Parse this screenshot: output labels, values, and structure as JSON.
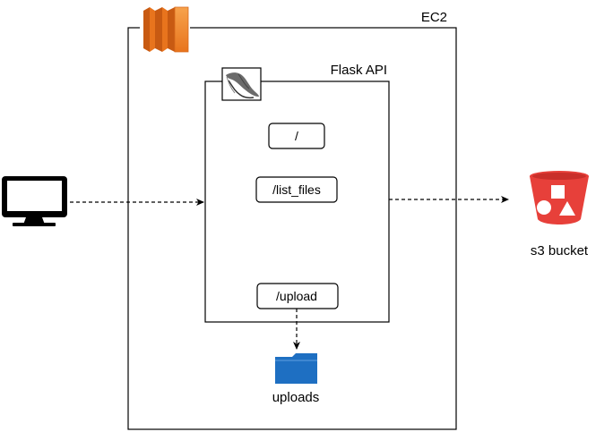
{
  "ec2": {
    "label": "EC2",
    "icon": "aws-ec2-icon",
    "icon_color": "#f58536"
  },
  "flask": {
    "label": "Flask API",
    "icon": "flask-logo-icon",
    "endpoints": [
      "/",
      "/list_files",
      "/upload"
    ]
  },
  "client": {
    "icon": "desktop-monitor-icon"
  },
  "s3": {
    "label": "s3 bucket",
    "icon": "s3-bucket-icon",
    "color": "#e7403a"
  },
  "uploads": {
    "label": "uploads",
    "icon": "folder-icon",
    "color": "#1e6fc2"
  },
  "edges": [
    {
      "from": "client",
      "to": "flask-api",
      "style": "dashed"
    },
    {
      "from": "flask-api",
      "to": "s3",
      "style": "dashed"
    },
    {
      "from": "upload-endpoint",
      "to": "uploads",
      "style": "dashed"
    }
  ]
}
